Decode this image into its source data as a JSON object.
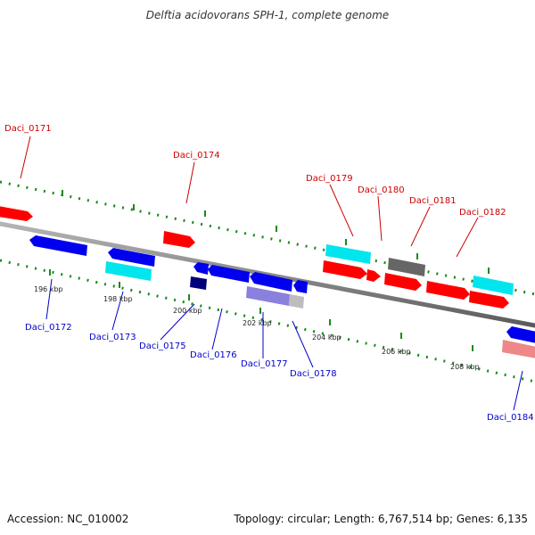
{
  "title": "Delftia acidovorans SPH-1, complete genome",
  "footer": {
    "accession": "Accession: NC_010002",
    "info": "Topology: circular; Length: 6,767,514 bp; Genes: 6,135"
  },
  "scale_labels": [
    "196 kbp",
    "198 kbp",
    "200 kbp",
    "202 kbp",
    "204 kbp",
    "206 kbp",
    "208 kbp"
  ],
  "gene_labels": {
    "top": [
      "Daci_0171",
      "Daci_0174",
      "Daci_0179",
      "Daci_0180",
      "Daci_0181",
      "Daci_0182"
    ],
    "bottom": [
      "Daci_0172",
      "Daci_0173",
      "Daci_0175",
      "Daci_0176",
      "Daci_0177",
      "Daci_0178",
      "Daci_0184"
    ]
  },
  "colors": {
    "forward_gene": "#ff0000",
    "reverse_gene": "#0000ee",
    "cyan_gene": "#00e5ee",
    "gray_gene": "#666666",
    "navy_gene": "#00007a",
    "lavender_gene": "#8a80dd",
    "pink_gene": "#ee8888",
    "backbone": "#888888",
    "tick": "#1a8a1a"
  }
}
